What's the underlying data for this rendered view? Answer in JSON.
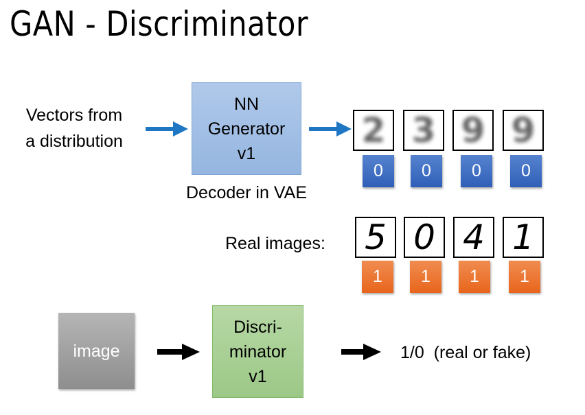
{
  "title": "GAN - Discriminator",
  "generator": {
    "input_label_line1": "Vectors from",
    "input_label_line2": "a distribution",
    "box_lines": [
      "NN",
      "Generator",
      "v1"
    ],
    "caption": "Decoder in VAE",
    "color": "#9dbbe3"
  },
  "generated_images": [
    {
      "digit": "2",
      "label": "0"
    },
    {
      "digit": "3",
      "label": "0"
    },
    {
      "digit": "9",
      "label": "0"
    },
    {
      "digit": "9",
      "label": "0"
    }
  ],
  "real_images": {
    "caption": "Real images:",
    "items": [
      {
        "digit": "5",
        "label": "1"
      },
      {
        "digit": "0",
        "label": "1"
      },
      {
        "digit": "4",
        "label": "1"
      },
      {
        "digit": "1",
        "label": "1"
      }
    ]
  },
  "discriminator": {
    "input_label": "image",
    "box_lines": [
      "Discri-",
      "minator",
      "v1"
    ],
    "output_value": "1/0",
    "output_desc": "(real or fake)",
    "color": "#a8d08d"
  },
  "colors": {
    "arrow_blue": "#1f77c4",
    "arrow_black": "#000000",
    "fake_label": "#3a67c0",
    "real_label": "#ec7330"
  }
}
